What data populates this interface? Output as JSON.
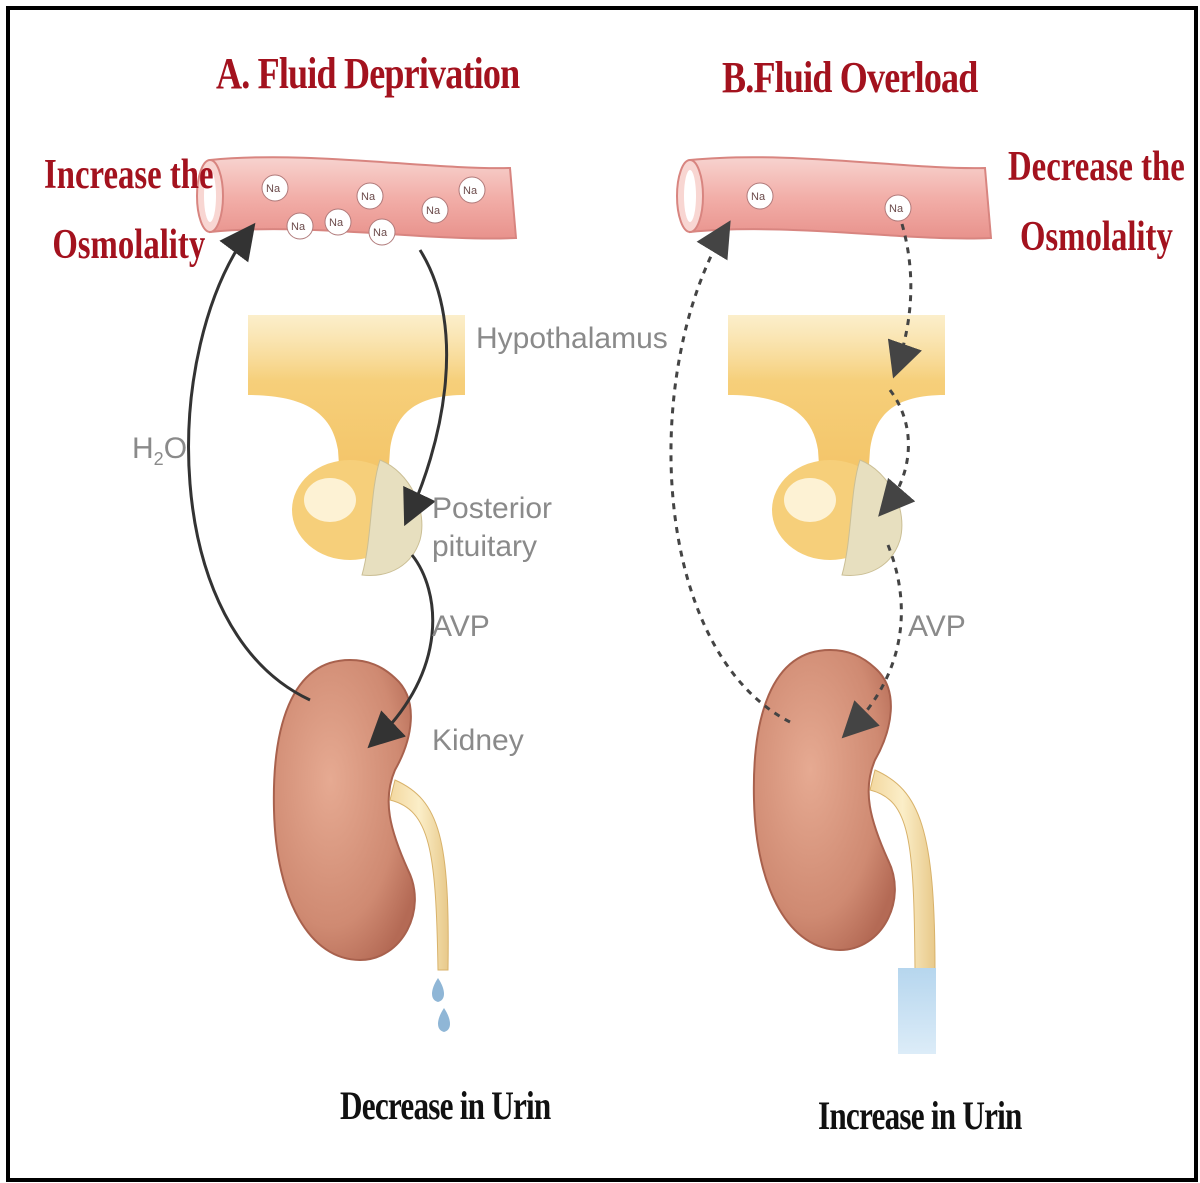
{
  "panel_a": {
    "title": "A. Fluid Deprivation",
    "side_line1": "Increase the",
    "side_line2": "Osmolality",
    "water_label_main": "H",
    "water_label_sub": "2",
    "water_label_end": "O",
    "hypothalamus_label": "Hypothalamus",
    "pituitary_line1": "Posterior",
    "pituitary_line2": "pituitary",
    "avp_label": "AVP",
    "kidney_label": "Kidney",
    "footer": "Decrease in Urin",
    "sodium_label": "Na"
  },
  "panel_b": {
    "title": "B.Fluid Overload",
    "side_line1": "Decrease the",
    "side_line2": "Osmolality",
    "avp_label": "AVP",
    "footer": "Increase in Urin",
    "sodium_label": "Na"
  },
  "colors": {
    "title_red": "#a3121e",
    "vessel_pink": "#f2b9b4",
    "gland_yellow": "#f6cf7a",
    "kidney_brown": "#c9806b",
    "label_gray": "#8a8a8a"
  }
}
